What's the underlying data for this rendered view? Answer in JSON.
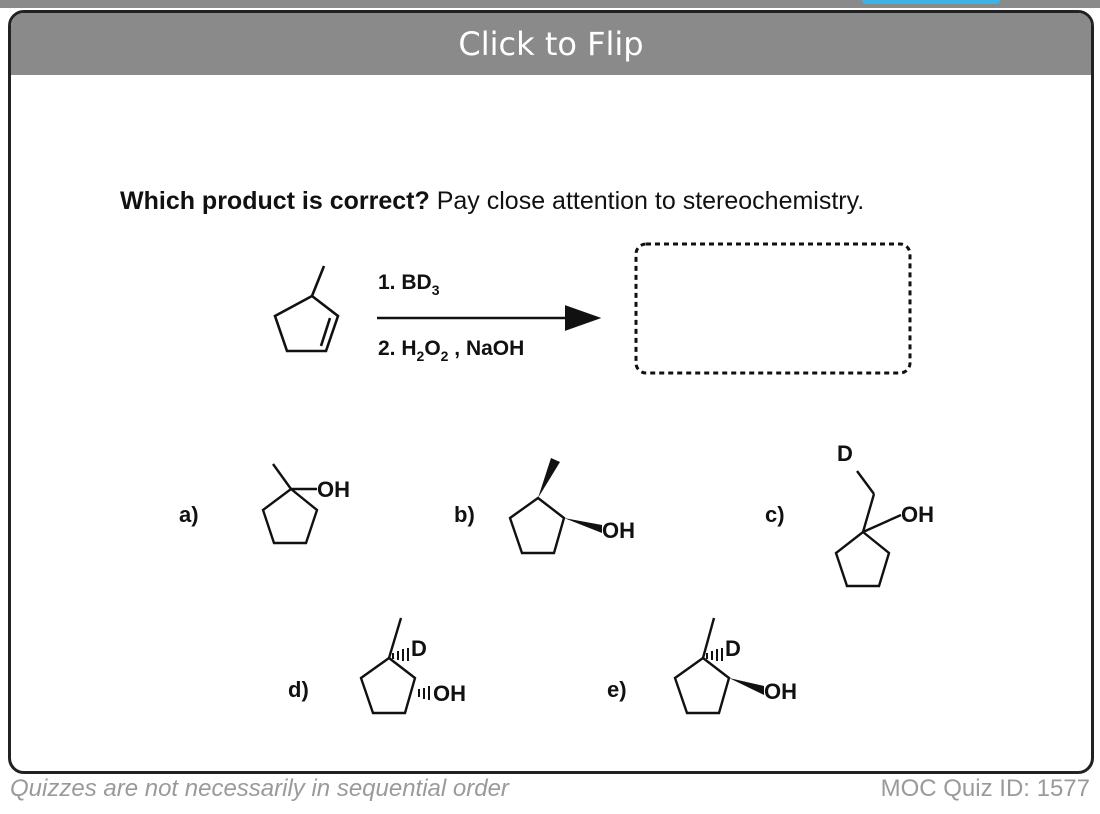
{
  "flip_bar": {
    "label": "Click to Flip"
  },
  "question": {
    "bold": "Which product is correct?",
    "rest": " Pay close attention to stereochemistry."
  },
  "reaction": {
    "step1": "1. BD",
    "step1_sub": "3",
    "step2_a": "2. H",
    "step2_sub1": "2",
    "step2_b": "O",
    "step2_sub2": "2",
    "step2_c": " , NaOH"
  },
  "options": {
    "a": {
      "label": "a)",
      "groups": [
        "OH"
      ]
    },
    "b": {
      "label": "b)",
      "groups": [
        "OH"
      ]
    },
    "c": {
      "label": "c)",
      "groups": [
        "D",
        "OH"
      ]
    },
    "d": {
      "label": "d)",
      "groups": [
        "D",
        "OH"
      ]
    },
    "e": {
      "label": "e)",
      "groups": [
        "D",
        "OH"
      ]
    }
  },
  "footer": {
    "left": "Quizzes are not necessarily in sequential order",
    "right": "MOC Quiz ID: 1577"
  }
}
